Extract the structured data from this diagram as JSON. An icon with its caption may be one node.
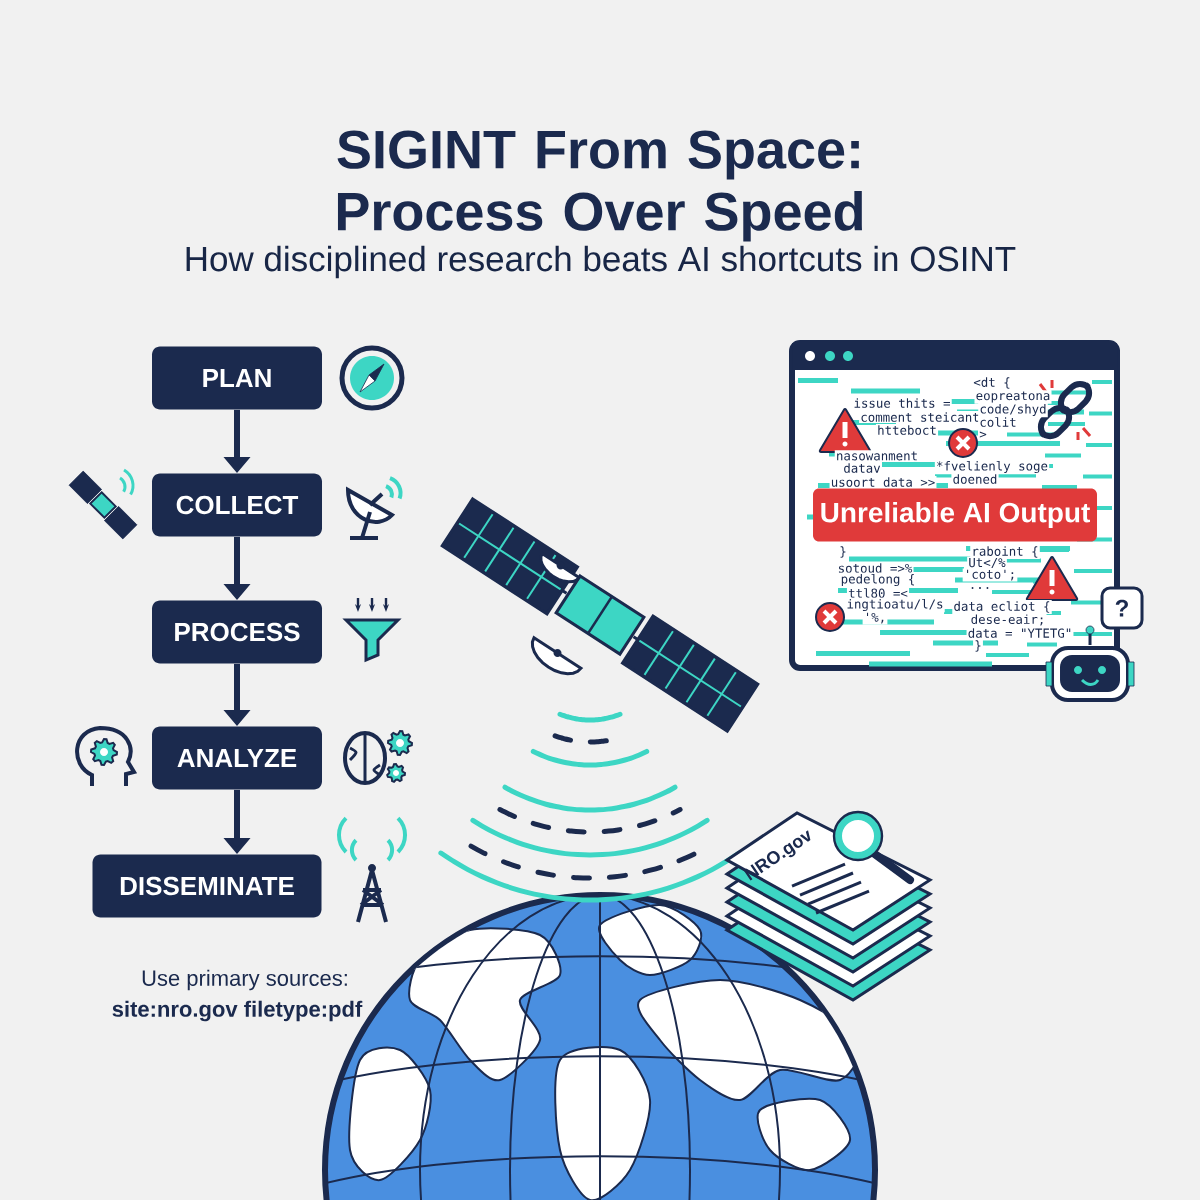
{
  "diagram": {
    "title": "SIGINT From Space: Process Over Speed",
    "caption": "How disciplined research beats AI shortcuts in OSINT",
    "nodes": [
      {
        "text": [
          "PLAN"
        ]
      },
      {
        "text": [
          "COLLECT"
        ]
      },
      {
        "text": [
          "PROCESS"
        ]
      },
      {
        "text": [
          "ANALYZE"
        ]
      },
      {
        "text": [
          "DISSEMINATE"
        ]
      },
      {
        "text": [
          "Unreliable AI Output"
        ]
      }
    ],
    "edges": [
      {
        "from": 0,
        "to": 1,
        "arrow": "to"
      },
      {
        "from": 1,
        "to": 2,
        "arrow": "to"
      },
      {
        "from": 2,
        "to": 3,
        "arrow": "to"
      },
      {
        "from": 3,
        "to": 4,
        "arrow": "to"
      }
    ],
    "labels": [
      "<dt {",
      "issue thits =",
      "eopreatona",
      "comment steicant",
      "code/shyd",
      "colit",
      "htteboct",
      ">",
      "nasowanment",
      "*fvelienly soge",
      "datav",
      "doened",
      "usoort data >>",
      "}",
      "raboint {",
      "Ut</%",
      "sotoud =>%",
      "'coto';",
      "pedelong {",
      "...",
      "ttl80 =<",
      "ingtioatu/l/s",
      "data ecliot {",
      "'%,",
      "dese-eair;",
      "data = \"YTETG\"",
      "}",
      "?",
      "NRO.gov",
      "Use primary sources:",
      "site:nro.gov filetype:pdf"
    ]
  }
}
